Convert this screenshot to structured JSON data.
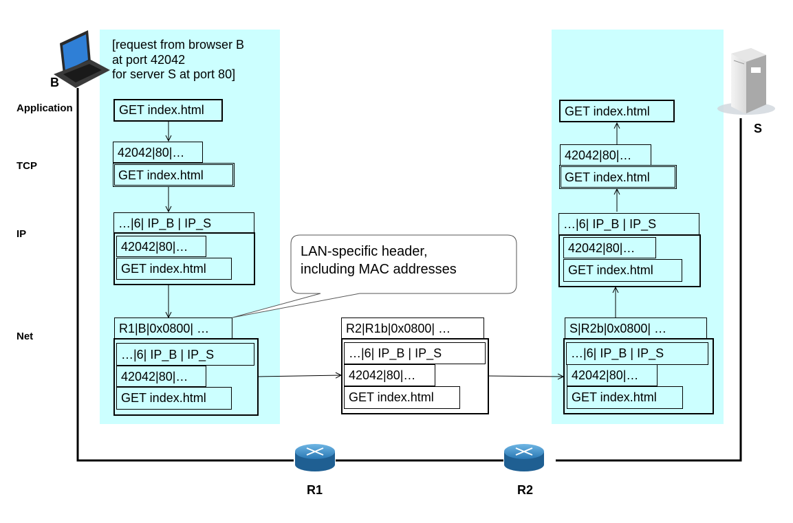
{
  "hosts": {
    "browser_label": "B",
    "server_label": "S",
    "router1_label": "R1",
    "router2_label": "R2"
  },
  "layers": [
    "Application",
    "TCP",
    "IP",
    "Net"
  ],
  "annotation": {
    "line1": "[request  from browser  B",
    "line2": " at port 42042",
    "line3": " for server  S at port 80]"
  },
  "callout": {
    "line1": "LAN-specific header,",
    "line2": "including MAC addresses"
  },
  "fields": {
    "app": "GET index.html",
    "tcp": "42042|80|…",
    "ip": "…|6| IP_B | IP_S",
    "net_b": "R1|B|0x0800|  …",
    "net_r1": "R2|R1b|0x0800|  …",
    "net_r2": "S|R2b|0x0800|  …"
  },
  "colors": {
    "panel": "#ccffff",
    "router": "#2e7fb8"
  }
}
